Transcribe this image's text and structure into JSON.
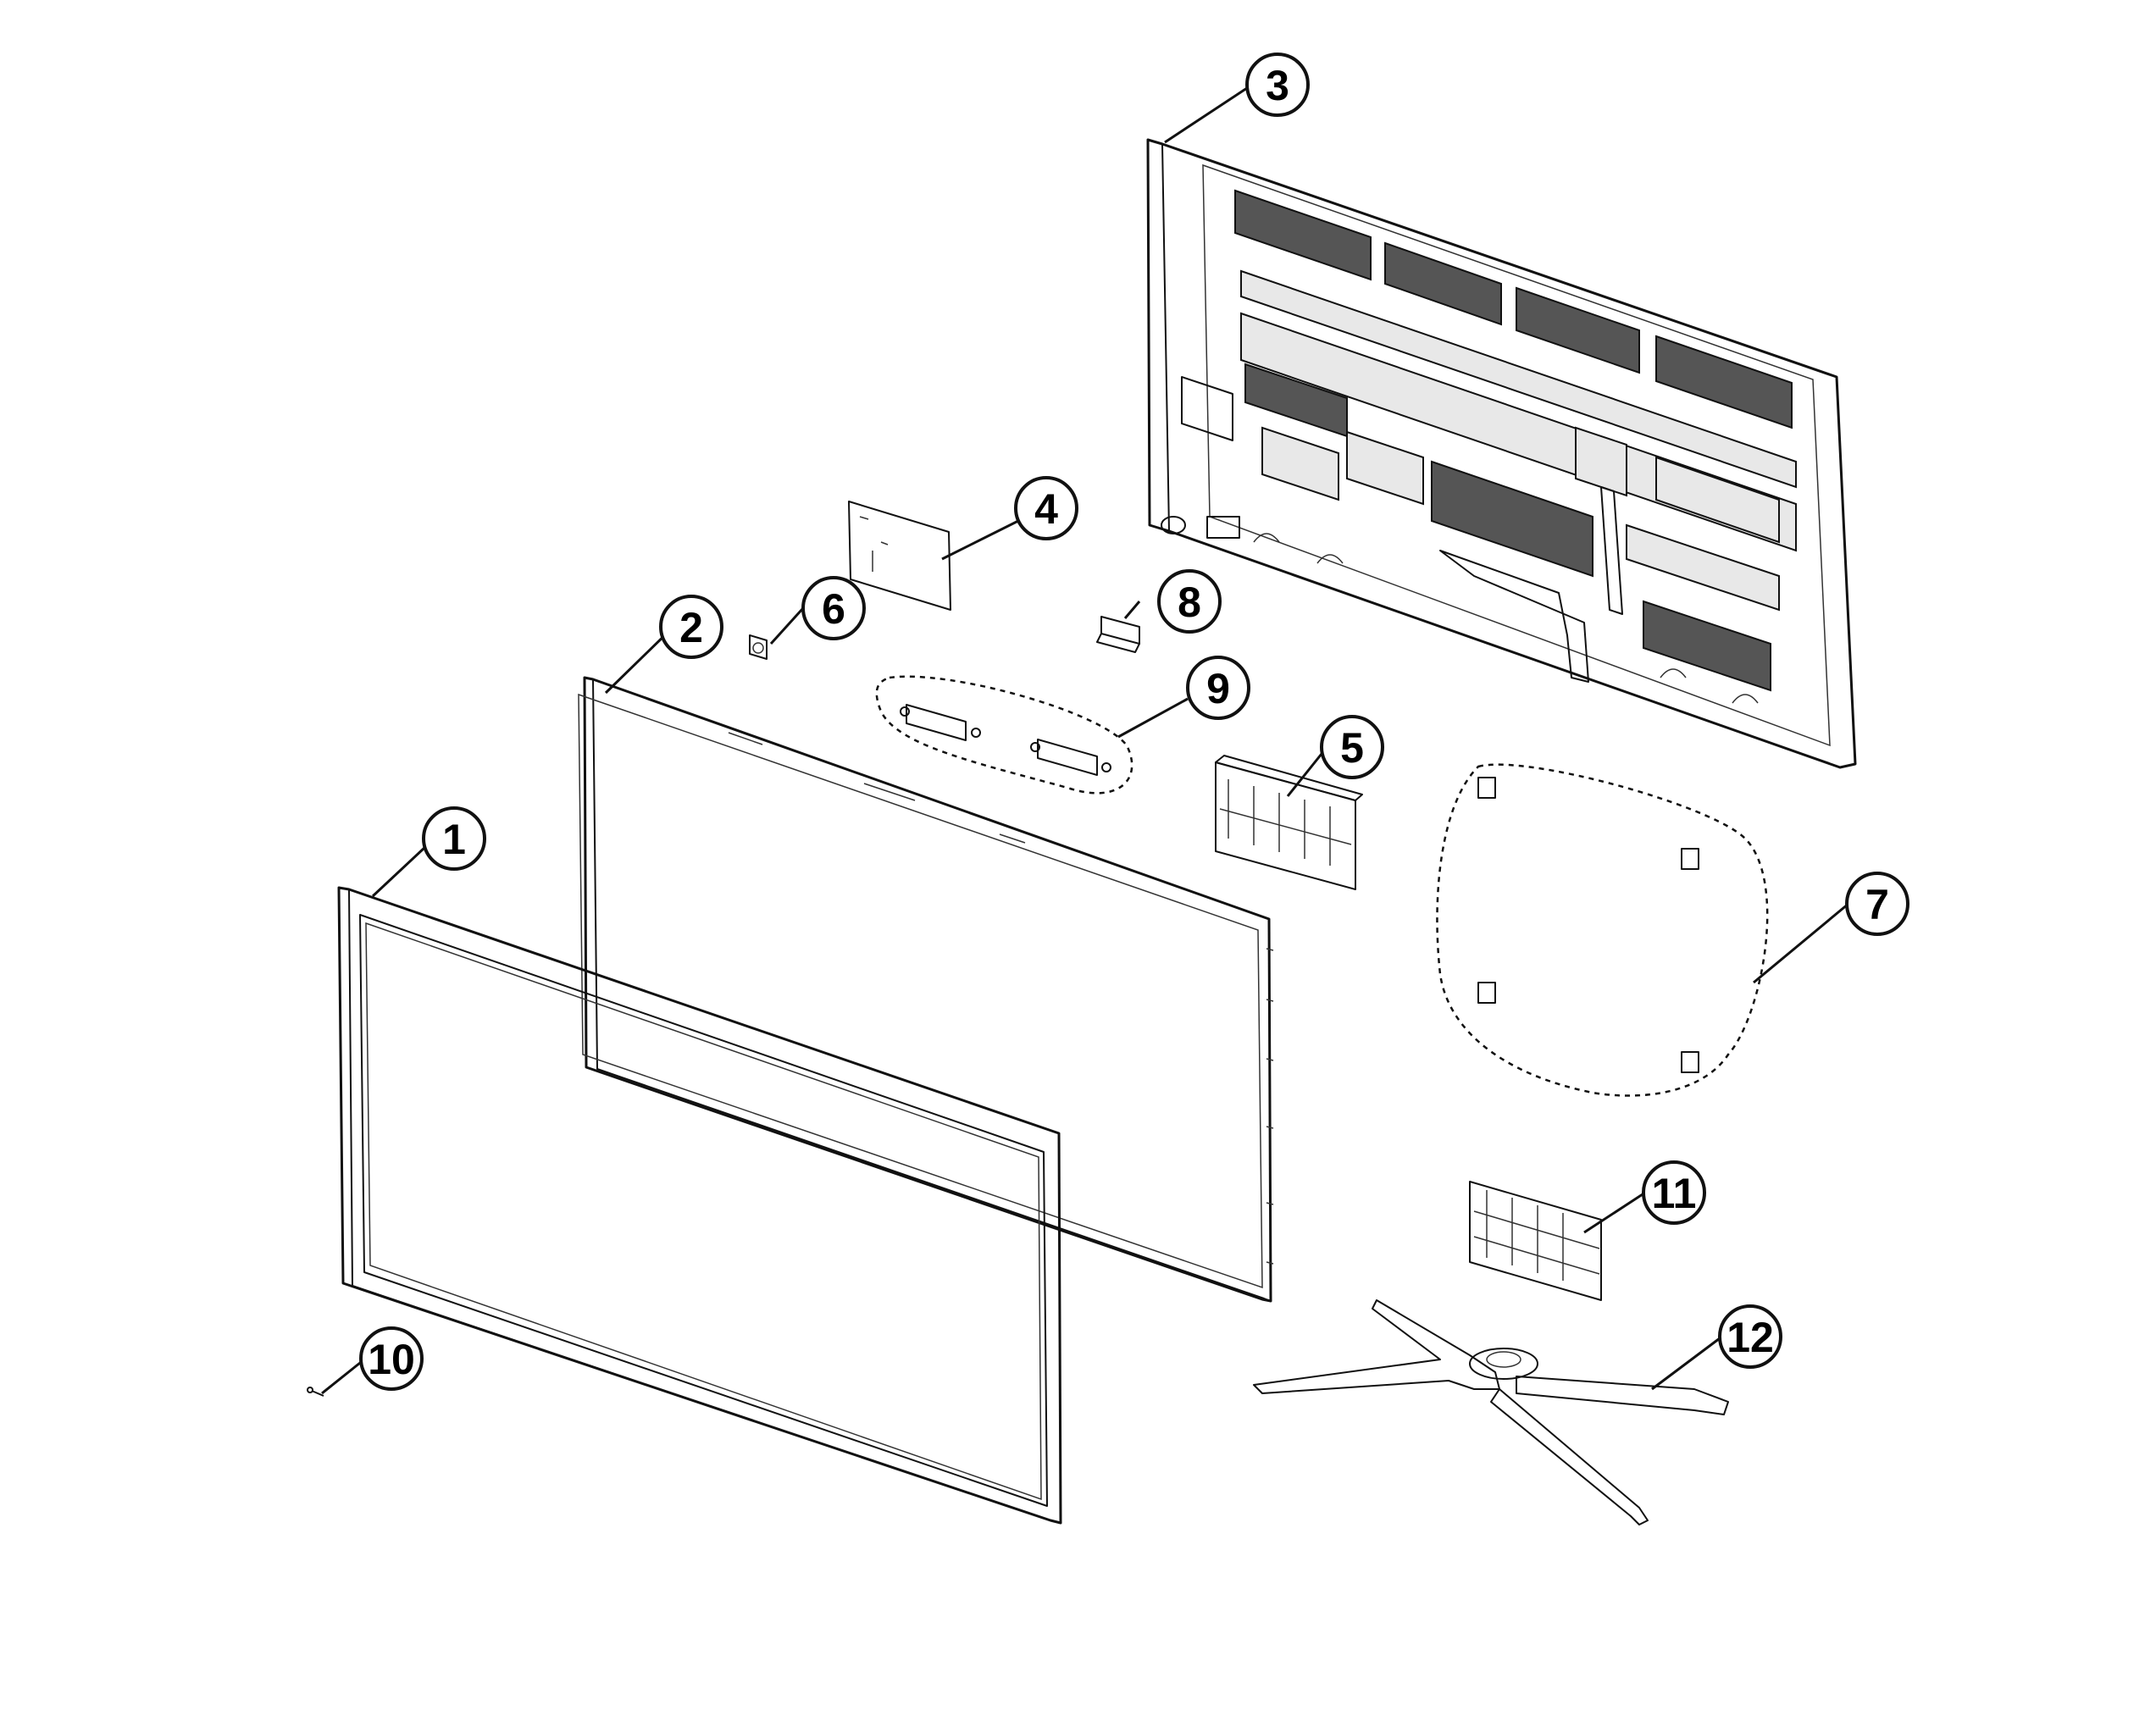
{
  "callouts": [
    {
      "id": "part-1-label",
      "text": "1"
    },
    {
      "id": "part-2-label",
      "text": "2"
    },
    {
      "id": "part-3-label",
      "text": "3"
    },
    {
      "id": "part-4-label",
      "text": "4"
    },
    {
      "id": "part-5-label",
      "text": "5"
    },
    {
      "id": "part-6-label",
      "text": "6"
    },
    {
      "id": "part-7-label",
      "text": "7"
    },
    {
      "id": "part-8-label",
      "text": "8"
    },
    {
      "id": "part-9-label",
      "text": "9"
    },
    {
      "id": "part-10-label",
      "text": "10"
    },
    {
      "id": "part-11-label",
      "text": "11"
    },
    {
      "id": "part-12-label",
      "text": "12"
    }
  ]
}
